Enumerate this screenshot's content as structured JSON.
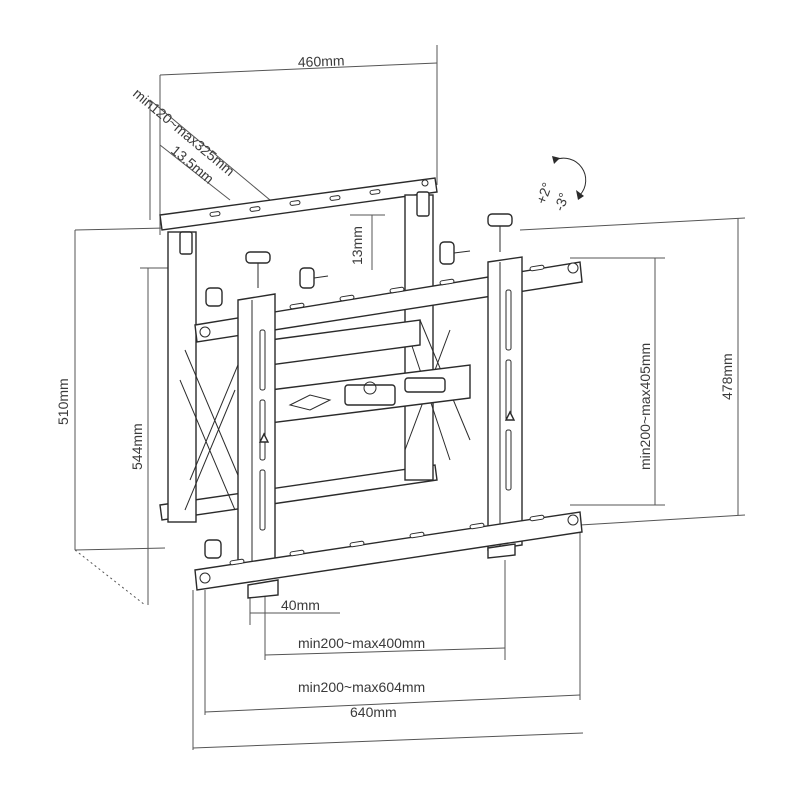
{
  "dimensions": {
    "top_width": "460mm",
    "depth_range": "min120~max325mm",
    "offset": "13.5mm",
    "vertical_adjust": "13mm",
    "tilt_up": "+2°",
    "tilt_down": "-3°",
    "wall_height": "510mm",
    "frame_height": "544mm",
    "vesa_vertical": "min200~max405mm",
    "overall_height": "478mm",
    "bottom_offset": "40mm",
    "vesa_horizontal_400": "min200~max400mm",
    "vesa_horizontal_604": "min200~max604mm",
    "overall_width": "640mm"
  },
  "colors": {
    "line": "#2b2b2b",
    "dimension": "#555555",
    "text": "#3a3a3a"
  }
}
